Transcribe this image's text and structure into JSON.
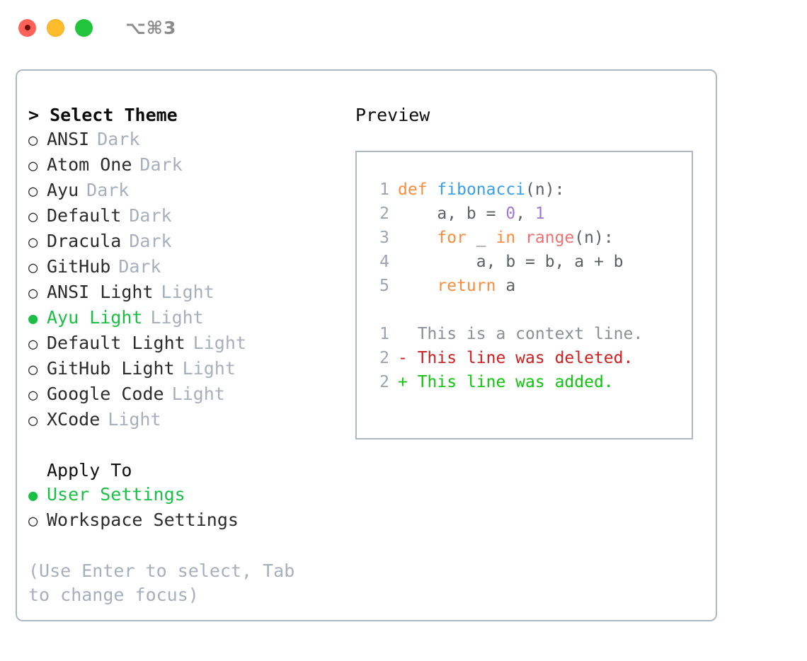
{
  "titlebar": {
    "shortcut": "⌥⌘3",
    "buttons": [
      {
        "name": "close",
        "color": "#ff6159"
      },
      {
        "name": "minimize",
        "color": "#ffbd2e"
      },
      {
        "name": "zoom",
        "color": "#22c43c"
      }
    ]
  },
  "theme_picker": {
    "header": "> Select Theme",
    "caret": ">",
    "header_label": "Select Theme",
    "selected_marker": "●",
    "unselected_marker": "○",
    "selected_color": "#1cbf45",
    "kind_color": "#a6b0bd",
    "items": [
      {
        "marker": "○",
        "label": "ANSI",
        "kind": "Dark",
        "selected": false
      },
      {
        "marker": "○",
        "label": "Atom One",
        "kind": "Dark",
        "selected": false
      },
      {
        "marker": "○",
        "label": "Ayu",
        "kind": "Dark",
        "selected": false
      },
      {
        "marker": "○",
        "label": "Default",
        "kind": "Dark",
        "selected": false
      },
      {
        "marker": "○",
        "label": "Dracula",
        "kind": "Dark",
        "selected": false
      },
      {
        "marker": "○",
        "label": "GitHub",
        "kind": "Dark",
        "selected": false
      },
      {
        "marker": "○",
        "label": "ANSI Light",
        "kind": "Light",
        "selected": false
      },
      {
        "marker": "●",
        "label": "Ayu Light",
        "kind": "Light",
        "selected": true
      },
      {
        "marker": "○",
        "label": "Default Light",
        "kind": "Light",
        "selected": false
      },
      {
        "marker": "○",
        "label": "GitHub Light",
        "kind": "Light",
        "selected": false
      },
      {
        "marker": "○",
        "label": "Google Code",
        "kind": "Light",
        "selected": false
      },
      {
        "marker": "○",
        "label": "XCode",
        "kind": "Light",
        "selected": false
      }
    ]
  },
  "apply_to": {
    "header": "Apply To",
    "items": [
      {
        "marker": "●",
        "label": "User Settings",
        "selected": true
      },
      {
        "marker": "○",
        "label": "Workspace Settings",
        "selected": false
      }
    ]
  },
  "hint": "(Use Enter to select, Tab to change focus)",
  "preview": {
    "title": "Preview",
    "code_lines": [
      {
        "no": "1",
        "tokens": [
          {
            "t": "def",
            "c": "kw"
          },
          {
            "t": " ",
            "c": "plain"
          },
          {
            "t": "fibonacci",
            "c": "fn"
          },
          {
            "t": "(n):",
            "c": "plain"
          }
        ]
      },
      {
        "no": "2",
        "tokens": [
          {
            "t": "    a, b = ",
            "c": "plain"
          },
          {
            "t": "0",
            "c": "num"
          },
          {
            "t": ", ",
            "c": "plain"
          },
          {
            "t": "1",
            "c": "num"
          }
        ]
      },
      {
        "no": "3",
        "tokens": [
          {
            "t": "    ",
            "c": "plain"
          },
          {
            "t": "for",
            "c": "kw"
          },
          {
            "t": " _ ",
            "c": "plain"
          },
          {
            "t": "in",
            "c": "kw"
          },
          {
            "t": " ",
            "c": "plain"
          },
          {
            "t": "range",
            "c": "call"
          },
          {
            "t": "(n):",
            "c": "plain"
          }
        ]
      },
      {
        "no": "4",
        "tokens": [
          {
            "t": "        a, b = b, a + b",
            "c": "plain"
          }
        ]
      },
      {
        "no": "5",
        "tokens": [
          {
            "t": "    ",
            "c": "plain"
          },
          {
            "t": "return",
            "c": "kw"
          },
          {
            "t": " a",
            "c": "plain"
          }
        ]
      }
    ],
    "diff_lines": [
      {
        "no": "1",
        "sign": " ",
        "text": " This is a context line.",
        "kind": "ctx"
      },
      {
        "no": "2",
        "sign": "-",
        "text": " This line was deleted.",
        "kind": "del"
      },
      {
        "no": "2",
        "sign": "+",
        "text": " This line was added.",
        "kind": "add"
      }
    ]
  }
}
